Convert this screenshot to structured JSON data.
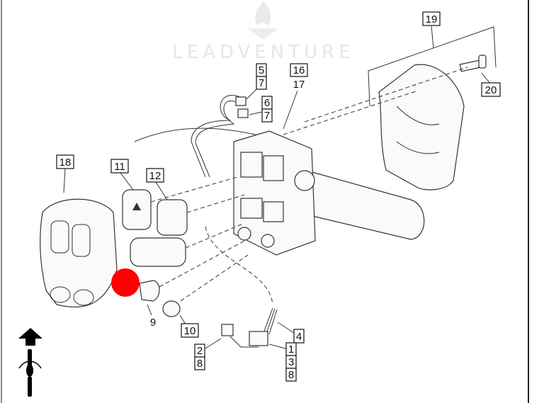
{
  "watermark": {
    "text": "LEADVENTURE"
  },
  "callouts": {
    "c19": "19",
    "c20": "20",
    "c5": "5",
    "c5b": "7",
    "c16": "16",
    "c17": "17",
    "c6": "6",
    "c6b": "7",
    "c18": "18",
    "c11": "11",
    "c12": "12",
    "c9": "9",
    "c10": "10",
    "c4": "4",
    "c2": "2",
    "c2b": "8",
    "c1": "1",
    "c3": "3",
    "c8": "8"
  },
  "marker": {
    "color": "#ff0000"
  }
}
